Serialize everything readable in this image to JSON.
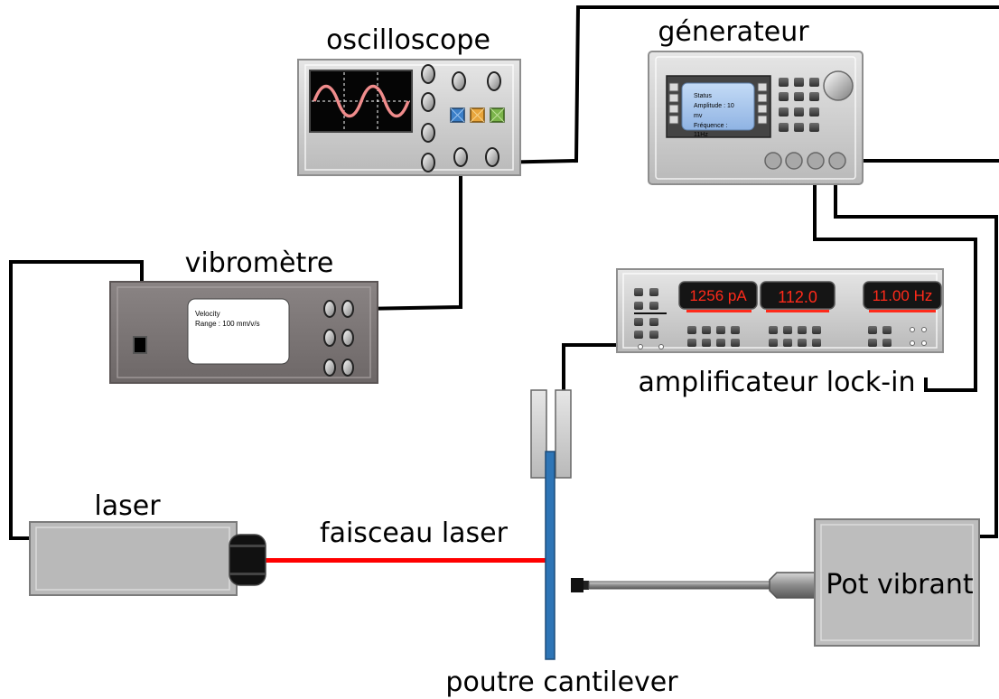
{
  "labels": {
    "oscilloscope": "oscilloscope",
    "generator": "génerateur",
    "vibrometer": "vibromètre",
    "laser": "laser",
    "beam": "faisceau laser",
    "cantilever": "poutre cantilever",
    "lockin": "amplificateur lock-in",
    "shaker": "Pot vibrant"
  },
  "generator_screen": {
    "line1": "Status",
    "line2": "Amplitude : 10",
    "line3": "mv",
    "line4": "Fréquence :",
    "line5": "11Hz"
  },
  "vibrometer_screen": {
    "line1": "Velocity",
    "line2": "Range : 100 mm/v/s"
  },
  "lockin_displays": {
    "d1": "1256 pA",
    "d2": "112.0",
    "d3": "11.00 Hz"
  },
  "colors": {
    "laser_beam": "#ff0000",
    "cantilever": "#2e75b6",
    "display_text": "#ff2a1a",
    "screen_blue": "#a9c7ee",
    "wire": "#000000"
  }
}
